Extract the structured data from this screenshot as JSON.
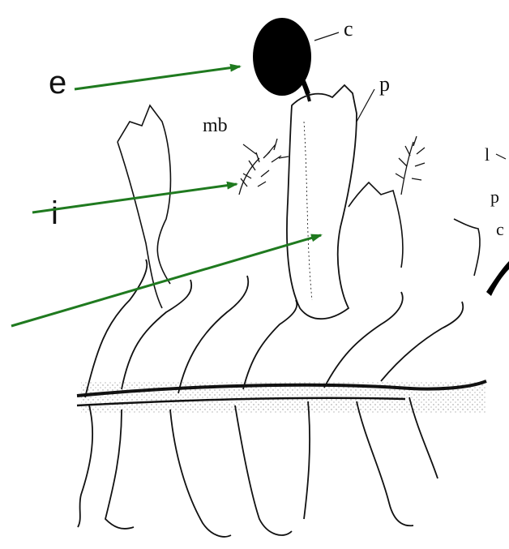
{
  "side_text": {
    "line1": "e",
    "line2": "i"
  },
  "labels": {
    "c_top": "c",
    "p": "p",
    "mb": "mb",
    "l_right": "l",
    "po_right": "p",
    "c_right": "c"
  },
  "colors": {
    "arrow": "#1f7a1f",
    "ink": "#111111",
    "paper": "#ffffff"
  }
}
